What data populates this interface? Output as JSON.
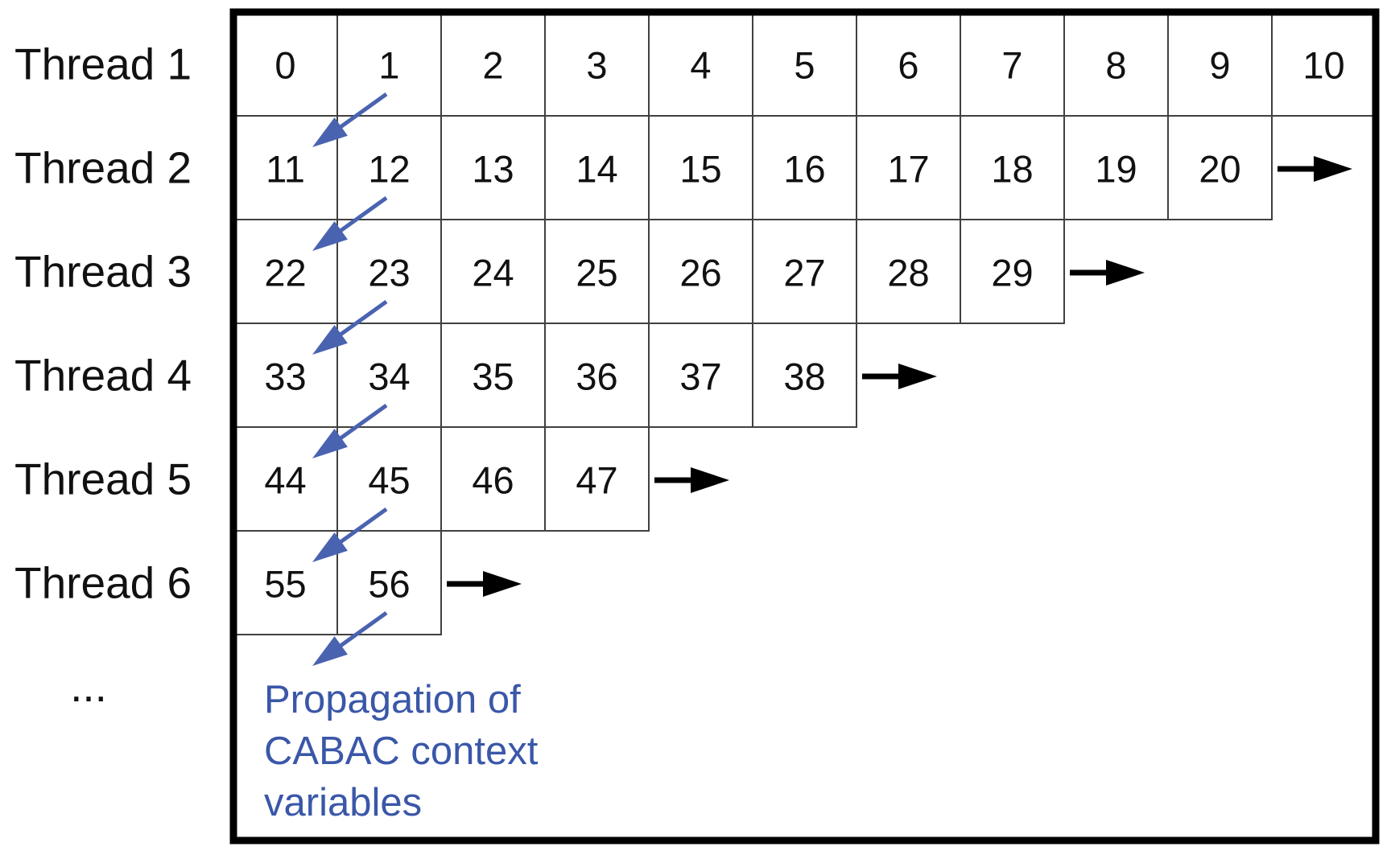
{
  "figure": {
    "threads": [
      {
        "label": "Thread 1",
        "cells": [
          "0",
          "1",
          "2",
          "3",
          "4",
          "5",
          "6",
          "7",
          "8",
          "9",
          "10"
        ],
        "right_arrow": false,
        "context_arrow_to_next": true
      },
      {
        "label": "Thread 2",
        "cells": [
          "11",
          "12",
          "13",
          "14",
          "15",
          "16",
          "17",
          "18",
          "19",
          "20"
        ],
        "right_arrow": true,
        "context_arrow_to_next": true
      },
      {
        "label": "Thread 3",
        "cells": [
          "22",
          "23",
          "24",
          "25",
          "26",
          "27",
          "28",
          "29"
        ],
        "right_arrow": true,
        "context_arrow_to_next": true
      },
      {
        "label": "Thread 4",
        "cells": [
          "33",
          "34",
          "35",
          "36",
          "37",
          "38"
        ],
        "right_arrow": true,
        "context_arrow_to_next": true
      },
      {
        "label": "Thread 5",
        "cells": [
          "44",
          "45",
          "46",
          "47"
        ],
        "right_arrow": true,
        "context_arrow_to_next": true
      },
      {
        "label": "Thread 6",
        "cells": [
          "55",
          "56"
        ],
        "right_arrow": true,
        "context_arrow_to_next": true
      }
    ],
    "more_threads_ellipsis": "...",
    "annotation": {
      "lines": [
        "Propagation of",
        "CABAC context",
        "variables"
      ]
    },
    "colors": {
      "background": "#ffffff",
      "outer_border": "#000000",
      "grid_line": "#404040",
      "cell_fill": "#ffffff",
      "cell_number": "#111111",
      "thread_label": "#111111",
      "black_arrow": "#000000",
      "blue_arrow": "#4a63b0",
      "annotation_text": "#3a57a8"
    }
  }
}
